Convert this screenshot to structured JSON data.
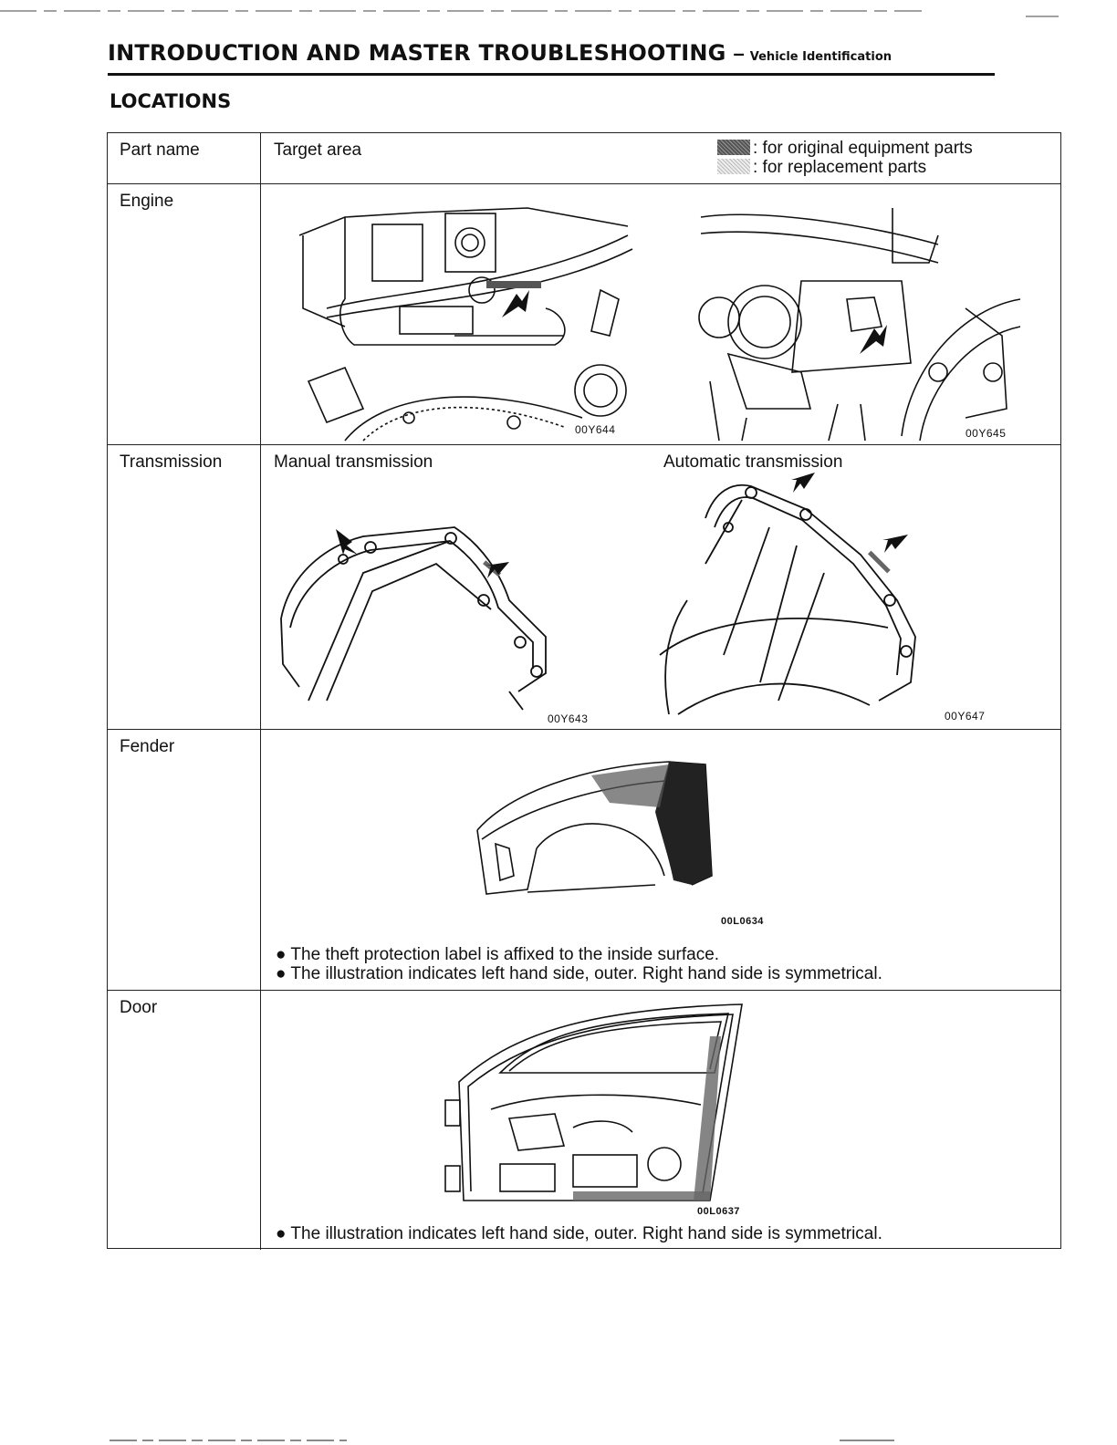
{
  "header": {
    "title": "INTRODUCTION AND MASTER TROUBLESHOOTING",
    "dash": "–",
    "subtitle": "Vehicle Identification"
  },
  "section_title": "LOCATIONS",
  "table": {
    "col_part_name": "Part name",
    "col_target_area": "Target area",
    "legend": {
      "original": ": for original equipment parts",
      "replacement": ": for replacement parts"
    },
    "rows": {
      "engine": {
        "part": "Engine",
        "fig_left": "00Y644",
        "fig_right": "00Y645"
      },
      "transmission": {
        "part": "Transmission",
        "left_caption": "Manual transmission",
        "right_caption": "Automatic transmission",
        "fig_left": "00Y643",
        "fig_right": "00Y647"
      },
      "fender": {
        "part": "Fender",
        "fig": "00L0634",
        "notes": [
          "The theft protection label is affixed to the inside surface.",
          "The illustration indicates left hand side, outer. Right hand side is symmetrical."
        ]
      },
      "door": {
        "part": "Door",
        "fig": "00L0637",
        "notes": [
          "The illustration indicates left hand side, outer. Right hand side is symmetrical."
        ]
      }
    }
  },
  "bullet": "●"
}
